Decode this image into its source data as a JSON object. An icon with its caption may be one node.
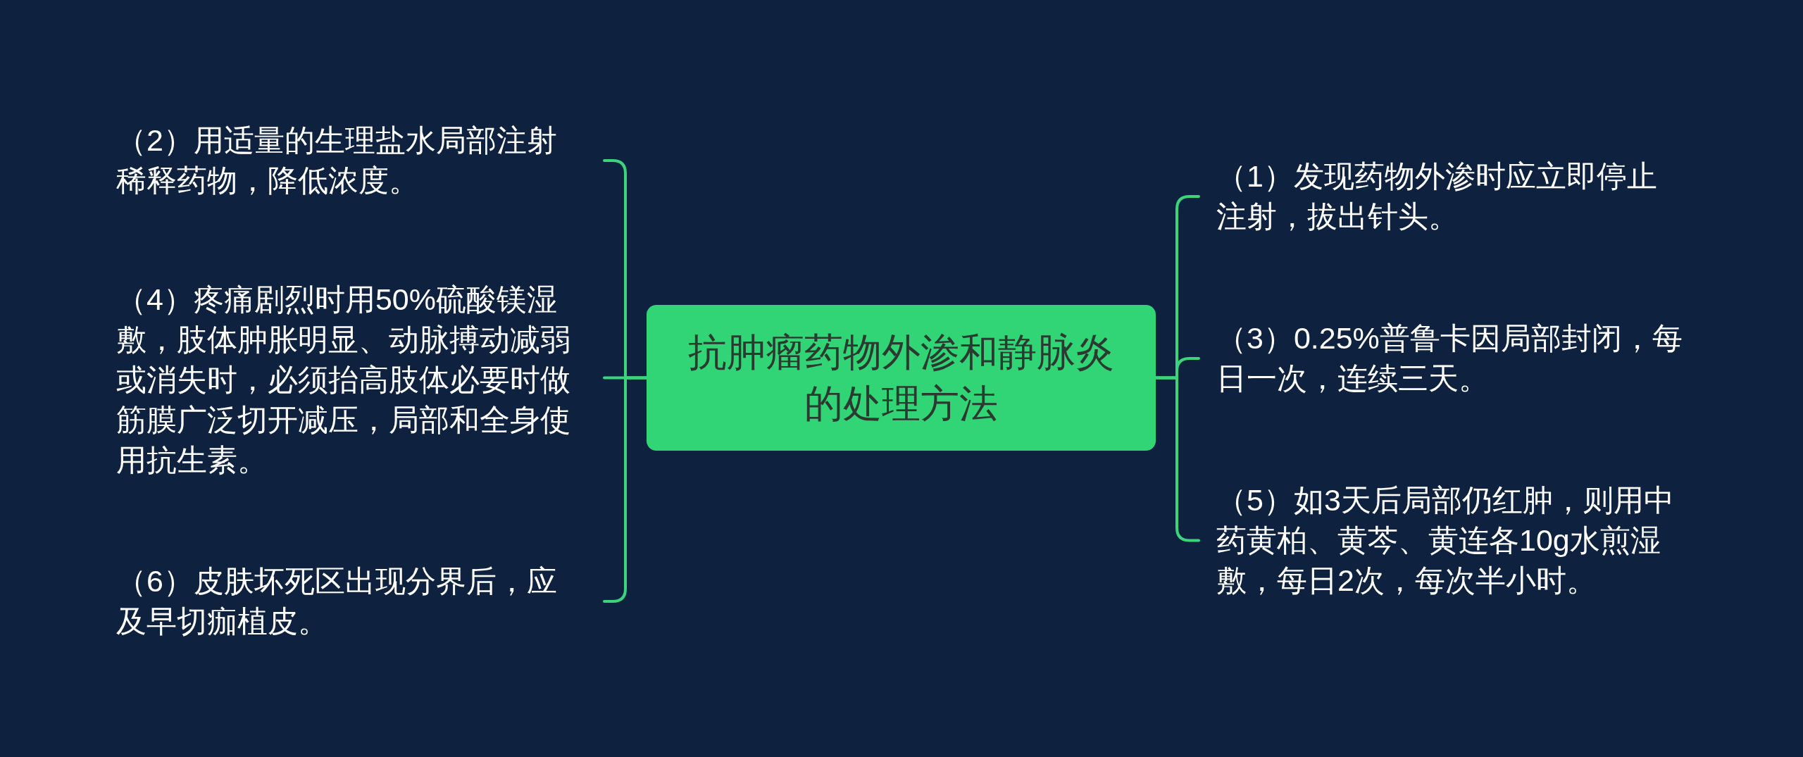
{
  "diagram": {
    "nodes": [
      {
        "text": [
          "抗肿瘤药物外渗和静脉炎的处理方法"
        ]
      },
      {
        "text": [
          "（1）发现药物外渗时应立即停止注射，拔出针头。"
        ]
      },
      {
        "text": [
          "（2）用适量的生理盐水局部注射稀释药物，降低浓度。"
        ]
      },
      {
        "text": [
          "（3）0.25%普鲁卡因局部封闭，每日一次，连续三天。"
        ]
      },
      {
        "text": [
          "（4）疼痛剧烈时用50%硫酸镁湿敷，肢体肿胀明显、动脉搏动减弱或消失时，必须抬高肢体必要时做筋膜广泛切开减压，局部和全身使用抗生素。"
        ]
      },
      {
        "text": [
          "（5）如3天后局部仍红肿，则用中药黄柏、黄芩、黄连各10g水煎湿敷，每日2次，每次半小时。"
        ]
      },
      {
        "text": [
          "（6）皮肤坏死区出现分界后，应及早切痂植皮。"
        ]
      }
    ],
    "edges": [
      {
        "from": 0,
        "to": 1,
        "arrow": "none"
      },
      {
        "from": 0,
        "to": 2,
        "arrow": "none"
      },
      {
        "from": 0,
        "to": 3,
        "arrow": "none"
      },
      {
        "from": 0,
        "to": 4,
        "arrow": "none"
      },
      {
        "from": 0,
        "to": 5,
        "arrow": "none"
      },
      {
        "from": 0,
        "to": 6,
        "arrow": "none"
      }
    ]
  }
}
